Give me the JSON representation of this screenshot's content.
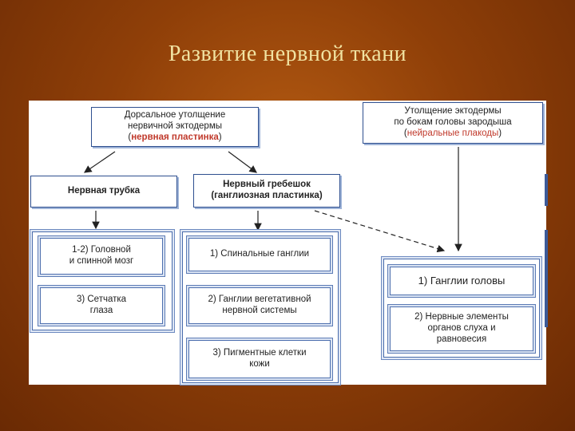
{
  "title": "Развитие нервной ткани",
  "nodes": {
    "plate": {
      "line1": "Дорсальное утолщение",
      "line2": "нервичной эктодермы",
      "pre": "(",
      "highlight": "нервная пластинка",
      "post": ")"
    },
    "ecto": {
      "line1": "Утолщение эктодермы",
      "line2": "по бокам головы зародыша",
      "pre": "(",
      "highlight": "нейральные плакоды",
      "post": ")"
    },
    "tube": "Нервная трубка",
    "crest": {
      "line1": "Нервный гребешок",
      "line2": "(ганглиозная пластинка)"
    },
    "brain": {
      "line1": "1-2) Головной",
      "line2": "и спинной мозг"
    },
    "retina": {
      "line1": "3) Сетчатка",
      "line2": "глаза"
    },
    "spinal": "1) Спинальные ганглии",
    "autonomic": {
      "line1": "2) Ганглии вегетативной",
      "line2": "нервной системы"
    },
    "pigment": {
      "line1": "3) Пигментные клетки",
      "line2": "кожи"
    },
    "head_ganglia": "1) Ганглии головы",
    "sensory": {
      "line1": "2) Нервные элементы",
      "line2": "органов слуха и",
      "line3": "равновесия"
    }
  }
}
